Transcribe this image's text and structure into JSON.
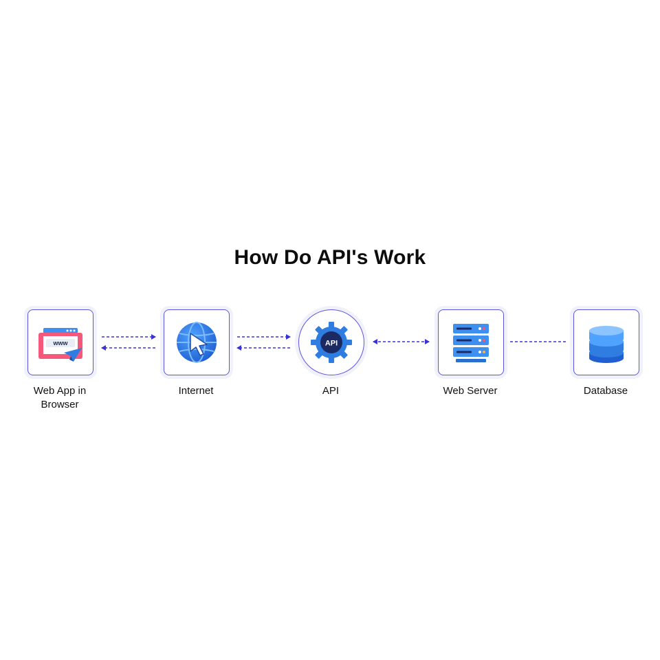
{
  "title": "How Do API's Work",
  "nodes": [
    {
      "label": "Web App in\nBrowser",
      "icon": "browser-window-icon"
    },
    {
      "label": "Internet",
      "icon": "globe-cursor-icon"
    },
    {
      "label": "API",
      "icon": "api-gear-icon",
      "badge": "API"
    },
    {
      "label": "Web Server",
      "icon": "server-rack-icon"
    },
    {
      "label": "Database",
      "icon": "database-icon"
    }
  ],
  "browser_icon_text": "www",
  "connections": [
    {
      "from": "Web App in Browser",
      "to": "Internet",
      "style": "two one-way dashed arrows"
    },
    {
      "from": "Internet",
      "to": "API",
      "style": "two one-way dashed arrows"
    },
    {
      "from": "API",
      "to": "Web Server",
      "style": "double-headed dashed arrow"
    },
    {
      "from": "Web Server",
      "to": "Database",
      "style": "dashed line"
    }
  ],
  "colors": {
    "border": "#5a55e0",
    "arrow": "#3b32d4",
    "title": "#0d0d0d",
    "icon_blue": "#2f7de1",
    "icon_pink": "#f4587a"
  }
}
